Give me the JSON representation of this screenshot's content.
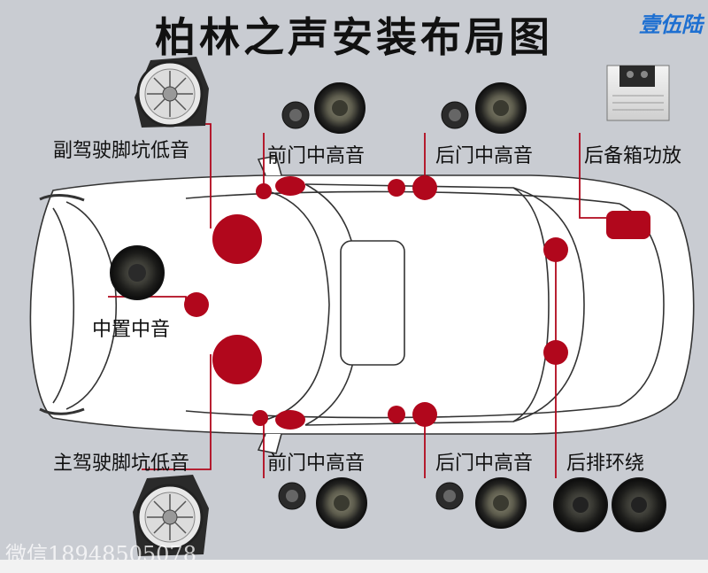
{
  "title": "柏林之声安装布局图",
  "brand": "壹伍陆",
  "watermark": "微信18948505078",
  "labels": {
    "passenger_footwell_subwoofer": "副驾驶脚坑低音",
    "front_door_top": "前门中高音",
    "rear_door_top": "后门中高音",
    "trunk_amplifier": "后备箱功放",
    "center_midrange": "中置中音",
    "driver_footwell_subwoofer": "主驾驶脚坑低音",
    "front_door_bottom": "前门中高音",
    "rear_door_bottom": "后门中高音",
    "rear_surround": "后排环绕"
  },
  "icons": {
    "subwoofer": "subwoofer-speaker-icon",
    "tweeter": "tweeter-icon",
    "midrange": "midrange-speaker-icon",
    "amplifier": "amplifier-icon",
    "surround": "surround-speaker-icon"
  },
  "colors": {
    "marker": "#b1071c",
    "line": "#b1071c",
    "background": "#c9ccd2"
  }
}
